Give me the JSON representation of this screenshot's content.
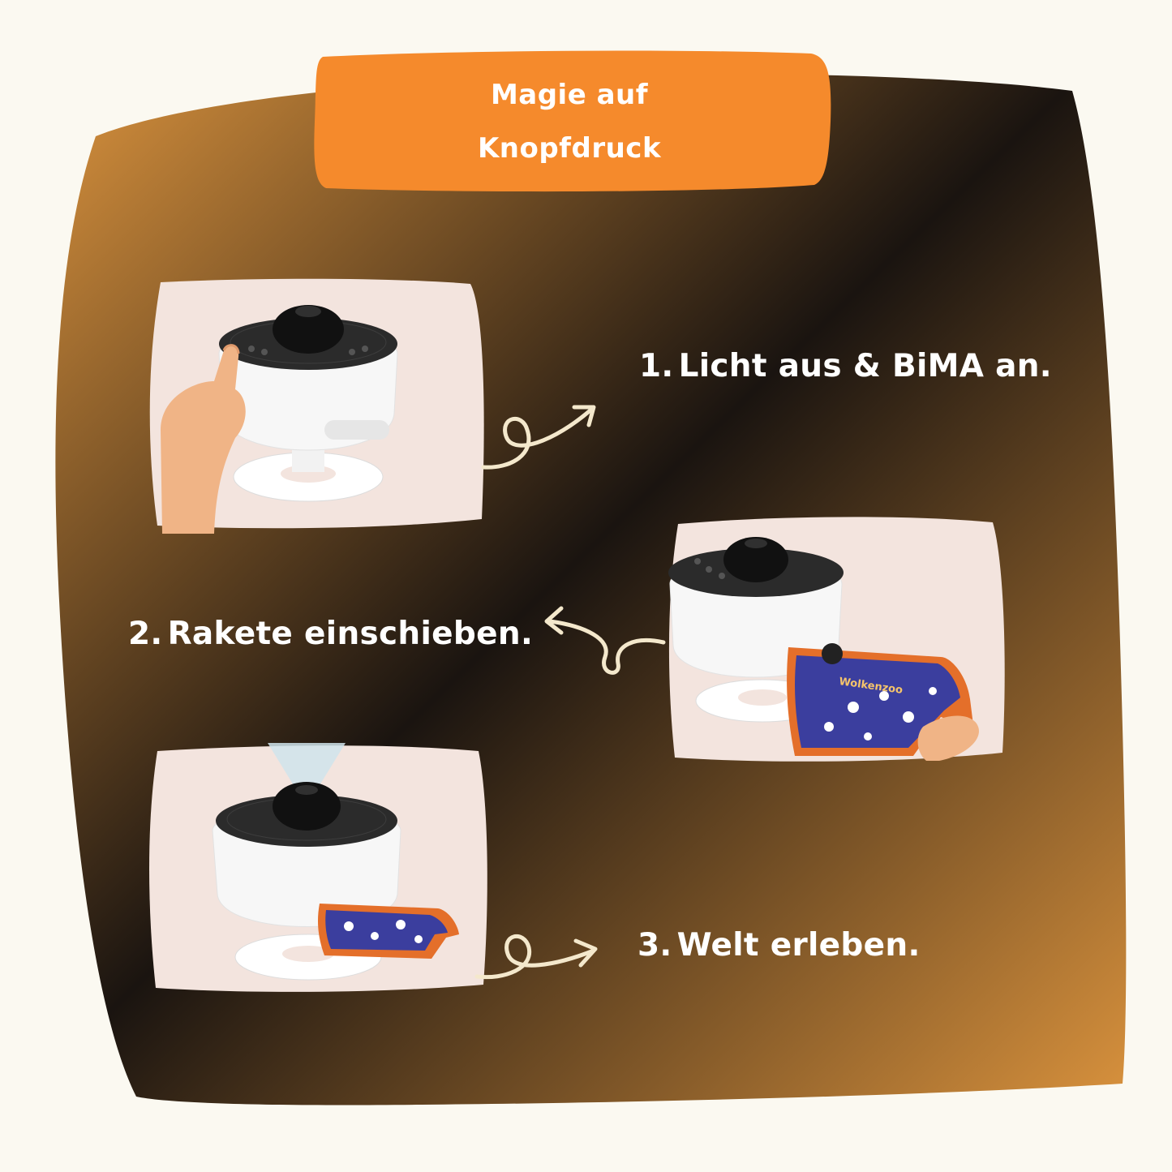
{
  "title": {
    "line1": "Magie auf",
    "line2": "Knopfdruck"
  },
  "colors": {
    "page_background": "#fbf9f1",
    "badge_orange": "#f58a2c",
    "blob_dark": "#1a1410",
    "blob_light": "#d9923d",
    "card_background": "#f3e4de",
    "arrow_cream": "#f4e8cc",
    "text": "#ffffff"
  },
  "steps": [
    {
      "number": "1.",
      "text": "Licht aus & BiMA an.",
      "image": "projector-button-press-photo",
      "arrow_direction": "right"
    },
    {
      "number": "2.",
      "text": "Rakete einschieben.",
      "image": "projector-rocket-insert-photo",
      "arrow_direction": "left"
    },
    {
      "number": "3.",
      "text": "Welt erleben.",
      "image": "projector-beam-photo",
      "arrow_direction": "right"
    }
  ],
  "rocket_card": {
    "label": "Wolkenzoo"
  }
}
